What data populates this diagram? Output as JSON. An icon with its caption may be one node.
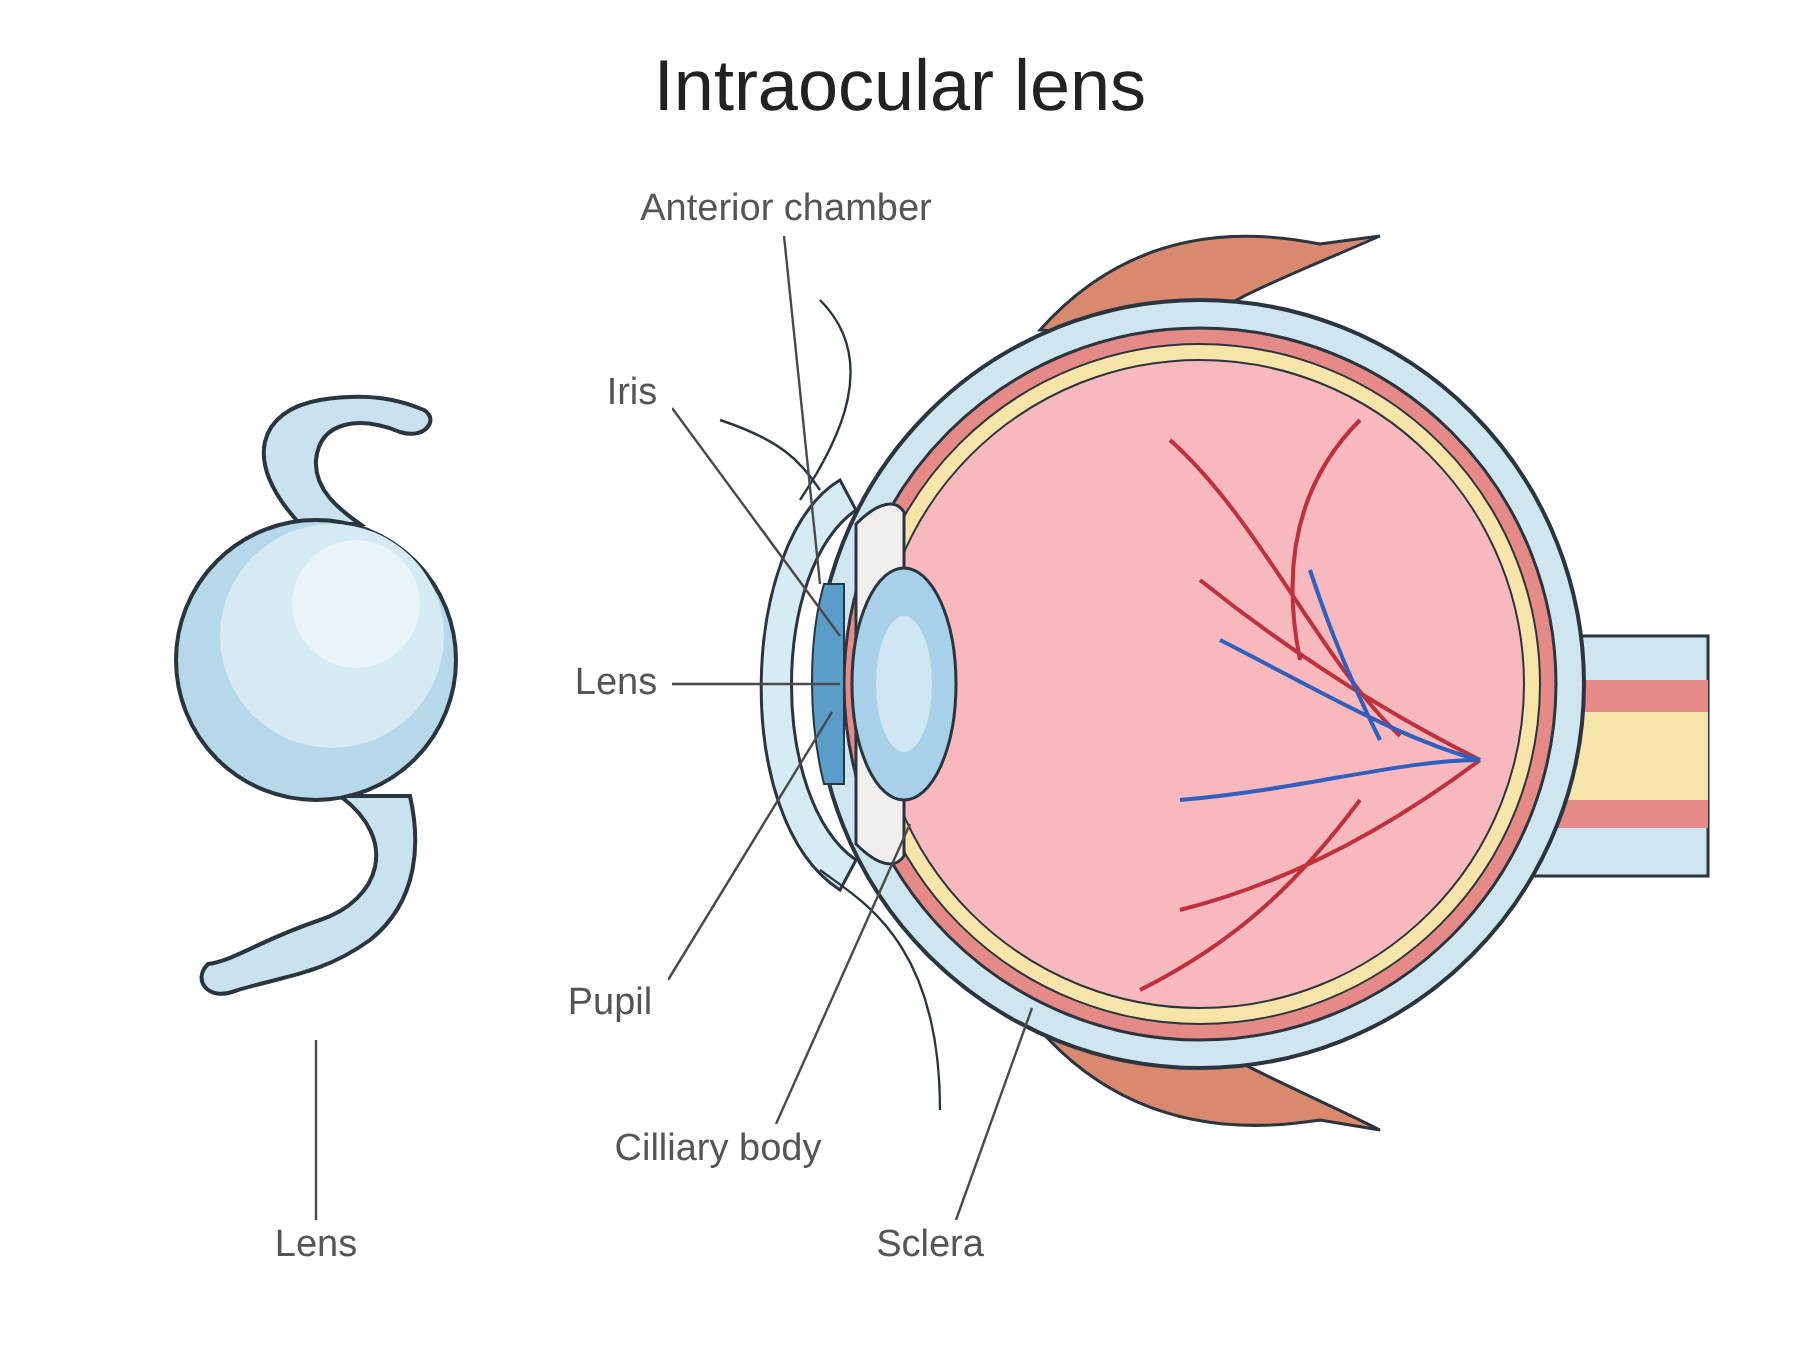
{
  "diagram": {
    "title": "Intraocular lens",
    "nodes": [
      {
        "text": [
          "Lens"
        ]
      },
      {
        "text": [
          "Anterior chamber"
        ]
      },
      {
        "text": [
          "Iris"
        ]
      },
      {
        "text": [
          "Lens"
        ]
      },
      {
        "text": [
          "Pupil"
        ]
      },
      {
        "text": [
          "Cilliary body"
        ]
      },
      {
        "text": [
          "Sclera"
        ]
      }
    ],
    "edges": [
      {
        "from": 0,
        "to": null,
        "arrow": "none"
      },
      {
        "from": 1,
        "to": null,
        "arrow": "none"
      },
      {
        "from": 2,
        "to": null,
        "arrow": "none"
      },
      {
        "from": 3,
        "to": null,
        "arrow": "none"
      },
      {
        "from": 4,
        "to": null,
        "arrow": "none"
      },
      {
        "from": 5,
        "to": null,
        "arrow": "none"
      },
      {
        "from": 6,
        "to": null,
        "arrow": "none"
      }
    ]
  }
}
